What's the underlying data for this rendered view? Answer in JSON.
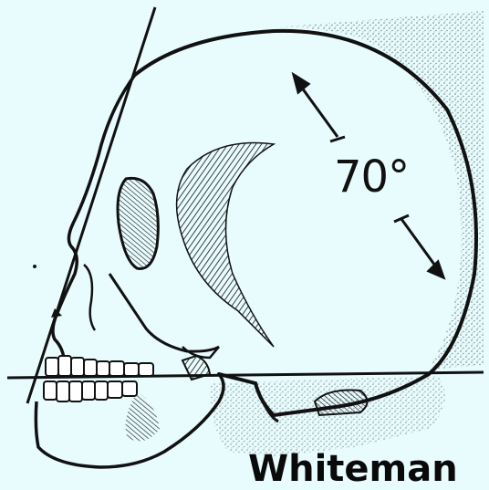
{
  "figure": {
    "angle_label": "70°",
    "caption": "Whiteman"
  },
  "colors": {
    "background": "#e8fbfd",
    "ink": "#111111",
    "stipple": "#7a8a8c"
  },
  "icons": [
    "skull-drawing",
    "double-headed-arrow"
  ]
}
